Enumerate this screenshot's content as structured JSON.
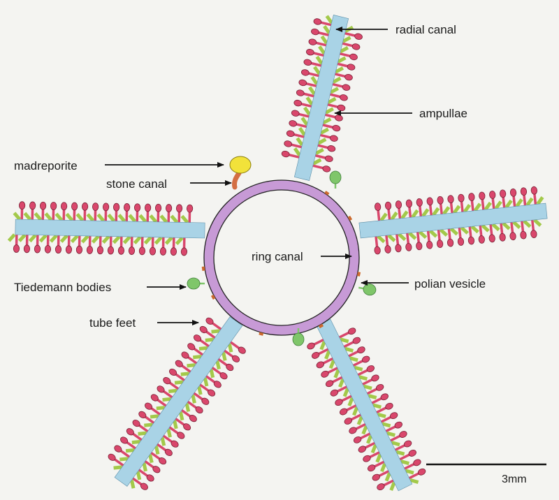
{
  "labels": {
    "radial_canal": "radial canal",
    "ampullae": "ampullae",
    "madreporite": "madreporite",
    "stone_canal": "stone canal",
    "ring_canal": "ring canal",
    "tiedemann_bodies": "Tiedemann bodies",
    "polian_vesicle": "polian vesicle",
    "tube_feet": "tube feet"
  },
  "scale_bar": {
    "label": "3mm"
  },
  "colors": {
    "background": "#f4f4f1",
    "radial_canal": "#a9d3e6",
    "ring_canal": "#c79ad6",
    "ampulla": "#d9476c",
    "tube_foot": "#a3c94a",
    "madreporite": "#f2e23a",
    "stone_canal": "#d46f43",
    "polian_vesicle": "#7fc66a",
    "tiedemann_body": "#cc6a2e",
    "outline": "#222222"
  }
}
